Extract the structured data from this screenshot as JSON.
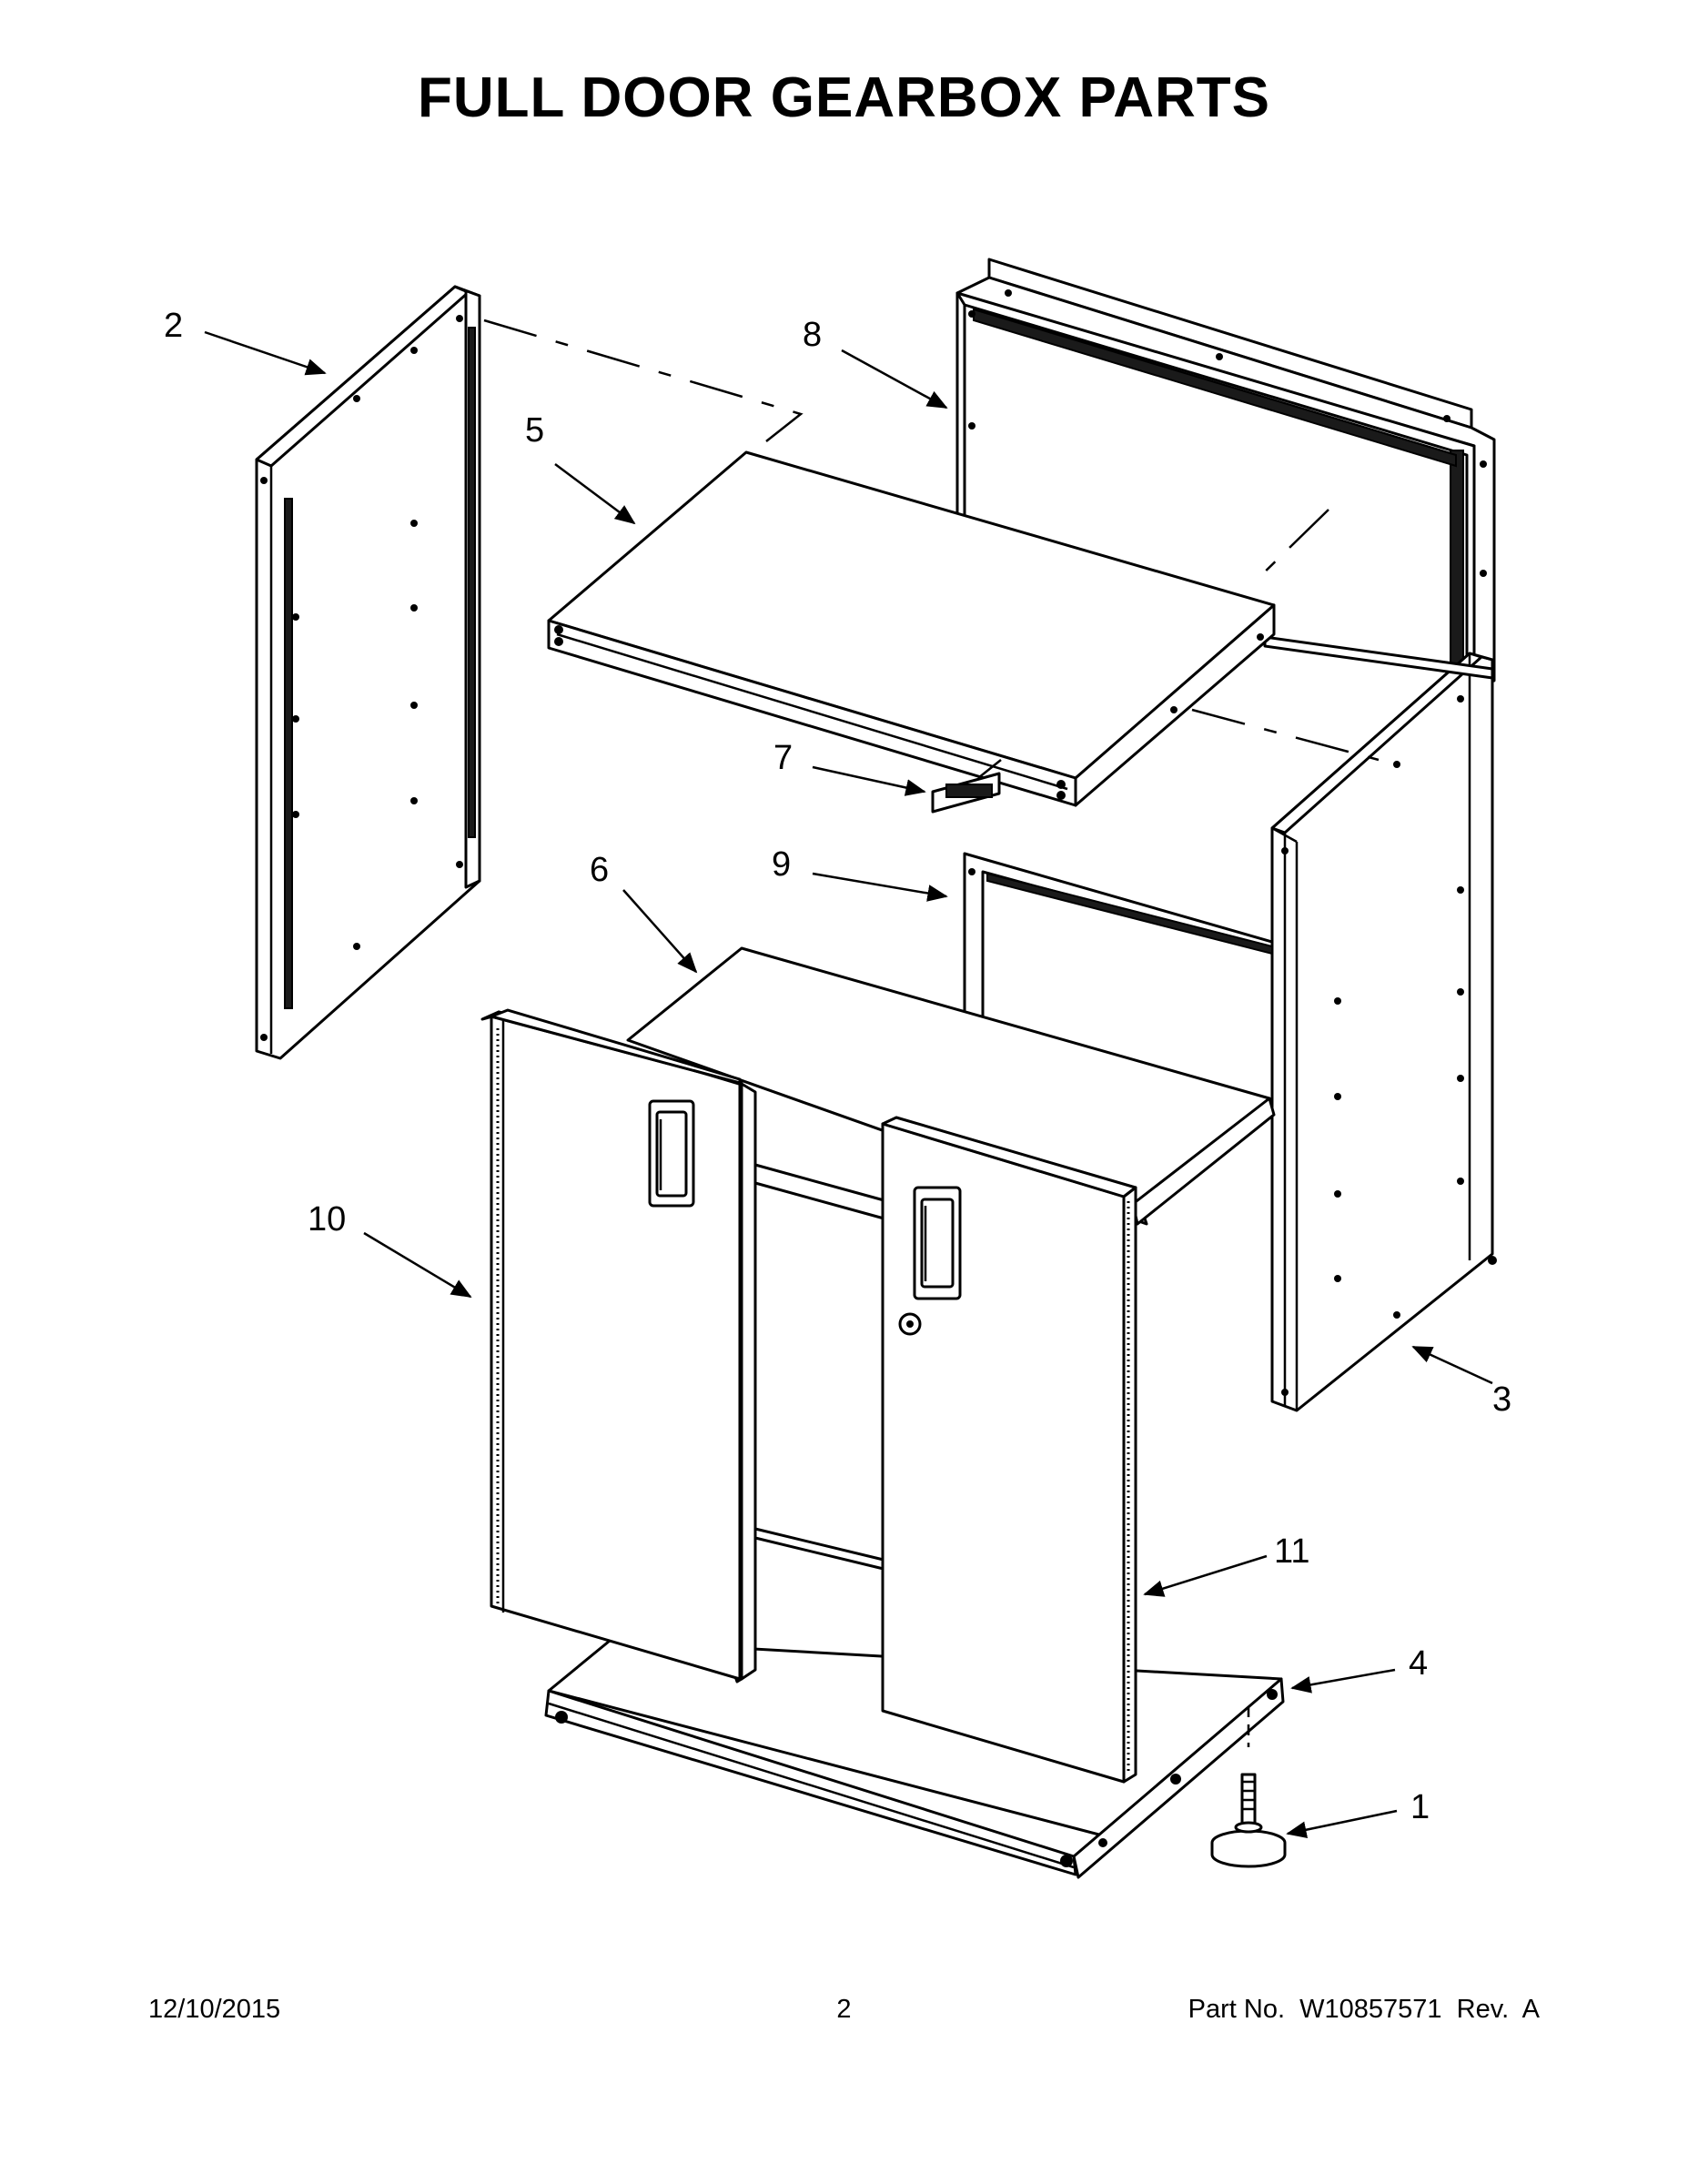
{
  "page": {
    "title": "FULL DOOR GEARBOX PARTS",
    "footer": {
      "date": "12/10/2015",
      "page_number": "2",
      "part_number": "Part No.  W10857571  Rev.  A"
    }
  },
  "callouts": [
    {
      "id": "1",
      "label": "1"
    },
    {
      "id": "2",
      "label": "2"
    },
    {
      "id": "3",
      "label": "3"
    },
    {
      "id": "4",
      "label": "4"
    },
    {
      "id": "5",
      "label": "5"
    },
    {
      "id": "6",
      "label": "6"
    },
    {
      "id": "7",
      "label": "7"
    },
    {
      "id": "8",
      "label": "8"
    },
    {
      "id": "9",
      "label": "9"
    },
    {
      "id": "10",
      "label": "10"
    },
    {
      "id": "11",
      "label": "11"
    }
  ]
}
